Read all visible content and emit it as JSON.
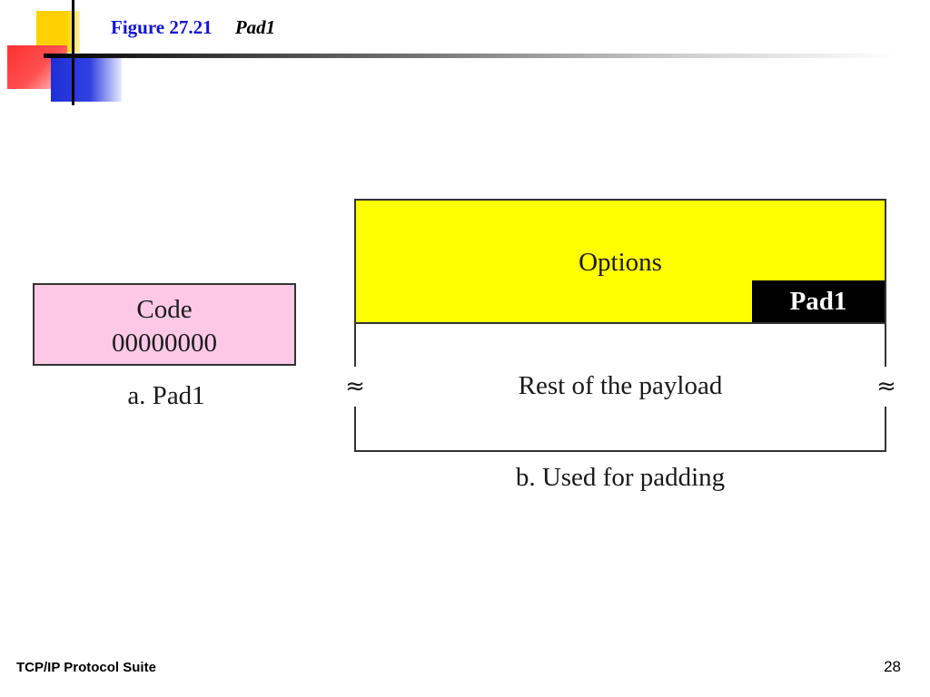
{
  "slide": {
    "figure_number": "Figure 27.21",
    "figure_title": "Pad1"
  },
  "diagram": {
    "part_a": {
      "box_title": "Code",
      "box_value": "00000000",
      "caption": "a. Pad1"
    },
    "part_b": {
      "options_label": "Options",
      "pad1_label": "Pad1",
      "payload_label": "Rest of the payload",
      "break_symbol": "≈",
      "caption": "b. Used for padding"
    },
    "colors": {
      "code_box": "#fcc8e6",
      "options_box": "#ffff00",
      "pad1_box": "#000000",
      "title_number": "#1414d6"
    }
  },
  "footer": {
    "left": "TCP/IP Protocol Suite",
    "page_number": "28"
  }
}
